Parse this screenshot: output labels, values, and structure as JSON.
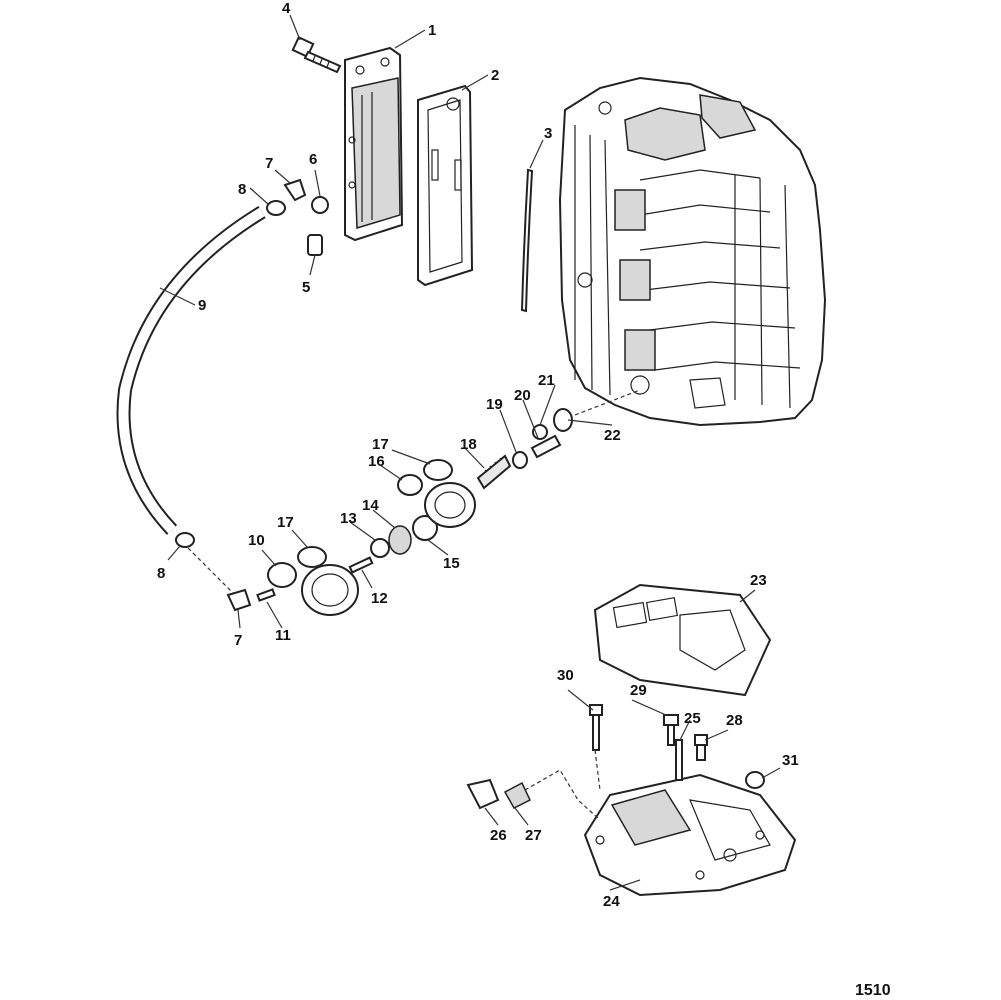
{
  "figure_number": "1510",
  "callouts": [
    {
      "id": "c1",
      "text": "1"
    },
    {
      "id": "c2",
      "text": "2"
    },
    {
      "id": "c3",
      "text": "3"
    },
    {
      "id": "c4",
      "text": "4"
    },
    {
      "id": "c5",
      "text": "5"
    },
    {
      "id": "c6",
      "text": "6"
    },
    {
      "id": "c7a",
      "text": "7"
    },
    {
      "id": "c7b",
      "text": "7"
    },
    {
      "id": "c8a",
      "text": "8"
    },
    {
      "id": "c8b",
      "text": "8"
    },
    {
      "id": "c9",
      "text": "9"
    },
    {
      "id": "c10",
      "text": "10"
    },
    {
      "id": "c11",
      "text": "11"
    },
    {
      "id": "c12",
      "text": "12"
    },
    {
      "id": "c13",
      "text": "13"
    },
    {
      "id": "c14",
      "text": "14"
    },
    {
      "id": "c15",
      "text": "15"
    },
    {
      "id": "c16",
      "text": "16"
    },
    {
      "id": "c17a",
      "text": "17"
    },
    {
      "id": "c17b",
      "text": "17"
    },
    {
      "id": "c18",
      "text": "18"
    },
    {
      "id": "c19",
      "text": "19"
    },
    {
      "id": "c20",
      "text": "20"
    },
    {
      "id": "c21",
      "text": "21"
    },
    {
      "id": "c22",
      "text": "22"
    },
    {
      "id": "c23",
      "text": "23"
    },
    {
      "id": "c24",
      "text": "24"
    },
    {
      "id": "c25",
      "text": "25"
    },
    {
      "id": "c26",
      "text": "26"
    },
    {
      "id": "c27",
      "text": "27"
    },
    {
      "id": "c28",
      "text": "28"
    },
    {
      "id": "c29",
      "text": "29"
    },
    {
      "id": "c30",
      "text": "30"
    },
    {
      "id": "c31",
      "text": "31"
    }
  ]
}
